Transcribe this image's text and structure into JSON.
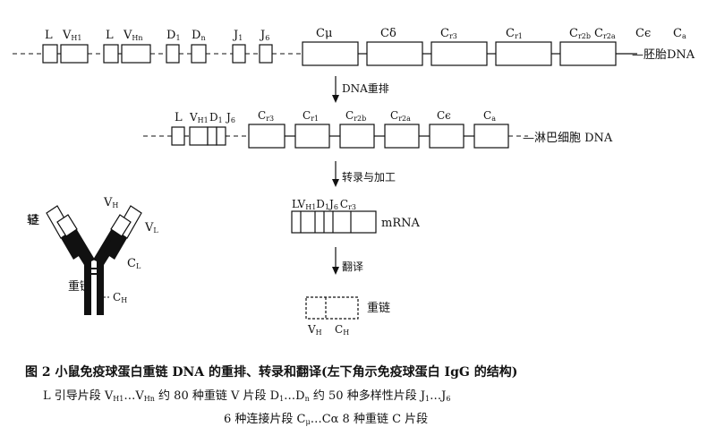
{
  "germline": {
    "labels": [
      "L",
      "V",
      "H1",
      "L",
      "V",
      "Hn",
      "D",
      "1",
      "D",
      "n",
      "J",
      "1",
      "J",
      "6",
      "Cμ",
      "Cδ",
      "C",
      "r3",
      "C",
      "r1",
      "C",
      "r2b",
      "C",
      "r2a",
      "Cϵ",
      "C",
      "a"
    ],
    "title": "—胚胎DNA"
  },
  "step1": "DNA重排",
  "lymph": {
    "labels": [
      "L",
      "V",
      "H1",
      "D",
      "1",
      "J",
      "6",
      "C",
      "r3",
      "C",
      "r1",
      "C",
      "r2b",
      "C",
      "r2a",
      "Cϵ",
      "C",
      "a"
    ],
    "title": "—淋巴细胞 DNA"
  },
  "step2": "转录与加工",
  "mrna": {
    "labels": [
      "L",
      "V",
      "H1",
      "D",
      "1",
      "J",
      "6",
      "C",
      "r3"
    ],
    "title": "mRNA"
  },
  "step3": "翻译",
  "heavy": {
    "title": "重链",
    "labels": [
      "V",
      "H",
      "C",
      "H"
    ]
  },
  "antibody": {
    "light_chain": "轻链",
    "heavy_chain": "重链",
    "vh": [
      "V",
      "H"
    ],
    "vl": [
      "V",
      "L"
    ],
    "cl": [
      "C",
      "L"
    ],
    "ch": [
      "C",
      "H"
    ]
  },
  "caption": {
    "title": "图 2   小鼠免疫球蛋白重链 DNA 的重排、转录和翻译(左下角示免疫球蛋白 IgG 的结构)",
    "line1_a": "L 引导片段   V",
    "line1_b": "H1",
    "line1_c": "…V",
    "line1_d": "Hn",
    "line1_e": " 约 80 种重链 V 片段   D",
    "line1_f": "1",
    "line1_g": "…D",
    "line1_h": "n",
    "line1_i": " 约 50 种多样性片段   J",
    "line1_j": "1",
    "line1_k": "…J",
    "line1_l": "6",
    "line2_a": "6 种连接片段   C",
    "line2_b": "μ",
    "line2_c": "…Cα  8 种重链 C 片段"
  }
}
